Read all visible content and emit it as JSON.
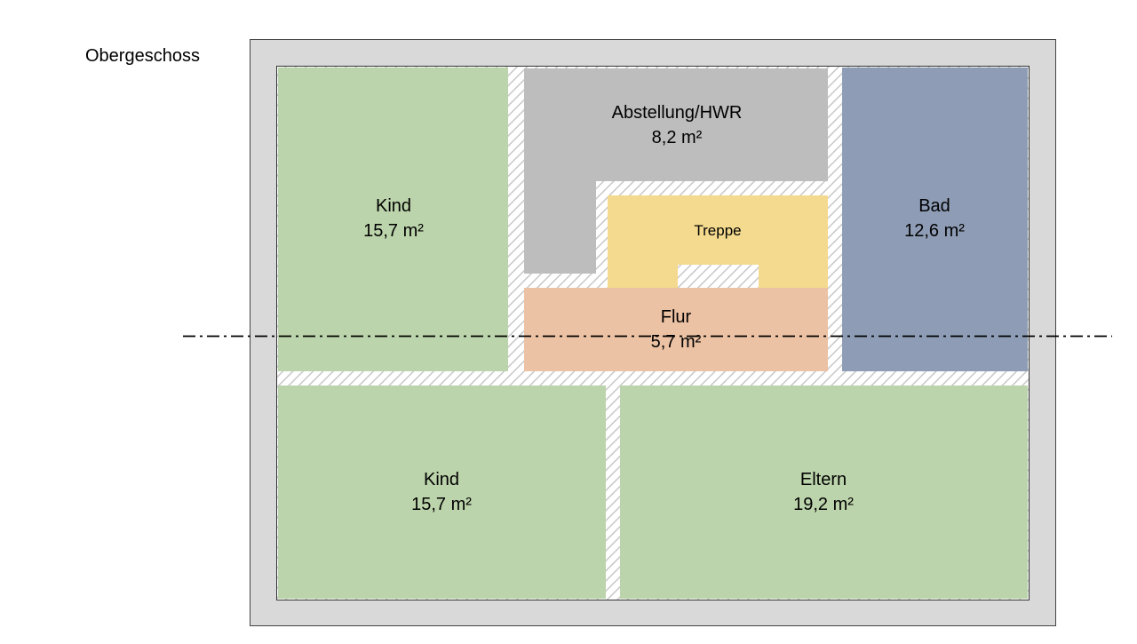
{
  "floor": {
    "title": "Obergeschoss"
  },
  "colors": {
    "outer_wall": "#d9d9d9",
    "outline": "#444444",
    "hatch_bg": "#ffffff",
    "hatch_line": "#c8c8c8",
    "kind": "#bcd4ab",
    "eltern": "#bcd4ab",
    "bad": "#8e9cb5",
    "abstellung": "#bdbdbd",
    "treppe": "#f4da8e",
    "flur": "#ecc2a4",
    "section_line": "#000000"
  },
  "rooms": {
    "kind_top": {
      "name": "Kind",
      "area": "15,7 m²"
    },
    "abstellung": {
      "name": "Abstellung/HWR",
      "area": "8,2 m²"
    },
    "bad": {
      "name": "Bad",
      "area": "12,6 m²"
    },
    "treppe": {
      "name": "Treppe"
    },
    "flur": {
      "name": "Flur",
      "area": "5,7 m²"
    },
    "kind_bottom": {
      "name": "Kind",
      "area": "15,7 m²"
    },
    "eltern": {
      "name": "Eltern",
      "area": "19,2 m²"
    }
  }
}
